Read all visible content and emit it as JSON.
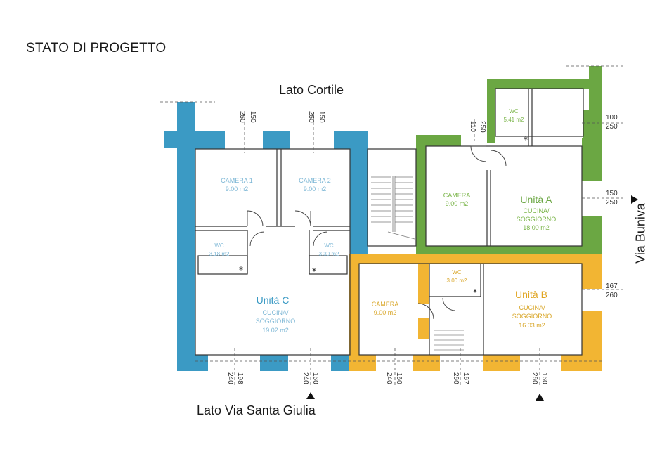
{
  "title": "STATO DI PROGETTO",
  "street_labels": {
    "top": "Lato Cortile",
    "bottom": "Lato Via Santa Giulia",
    "right": "Via Buniva"
  },
  "colors": {
    "unit_c": "#3b9ac4",
    "unit_a": "#6ba743",
    "unit_b": "#f2b533",
    "wall": "#333333",
    "room_label_c": "#7fb8d6",
    "room_label_a": "#7bb54a",
    "room_label_b": "#d9a72a"
  },
  "units": {
    "c": {
      "name": "Unità C",
      "rooms": {
        "camera1": {
          "name": "CAMERA 1",
          "area": "9.00 m2"
        },
        "camera2": {
          "name": "CAMERA 2",
          "area": "9.00 m2"
        },
        "wc1": {
          "name": "WC",
          "area": "3.18 m2"
        },
        "wc2": {
          "name": "WC",
          "area": "3.30 m2"
        },
        "cucina_l1": "CUCINA/",
        "cucina_l2": "SOGGIORNO",
        "cucina_area": "19.02 m2"
      }
    },
    "a": {
      "name": "Unità A",
      "rooms": {
        "wc": {
          "name": "WC",
          "area": "5.41 m2"
        },
        "camera": {
          "name": "CAMERA",
          "area": "9.00 m2"
        },
        "cucina_l1": "CUCINA/",
        "cucina_l2": "SOGGIORNO",
        "cucina_area": "18.00 m2"
      }
    },
    "b": {
      "name": "Unità B",
      "rooms": {
        "wc": {
          "name": "WC",
          "area": "3.00 m2"
        },
        "camera": {
          "name": "CAMERA",
          "area": "9.00 m2"
        },
        "cucina_l1": "CUCINA/",
        "cucina_l2": "SOGGIORNO",
        "cucina_area": "16.03 m2"
      }
    }
  },
  "window_dims": {
    "top1": [
      "150",
      "250"
    ],
    "top2": [
      "150",
      "250"
    ],
    "top3": [
      "110",
      "250"
    ],
    "right1": [
      "100",
      "250"
    ],
    "right2": [
      "150",
      "250"
    ],
    "right3": [
      "167",
      "260"
    ],
    "bottom1": [
      "198",
      "240"
    ],
    "bottom2": [
      "160",
      "240"
    ],
    "bottom3": [
      "160",
      "240"
    ],
    "bottom4": [
      "167",
      "260"
    ],
    "bottom5": [
      "160",
      "260"
    ]
  },
  "symbols": {
    "shaft": "*"
  }
}
